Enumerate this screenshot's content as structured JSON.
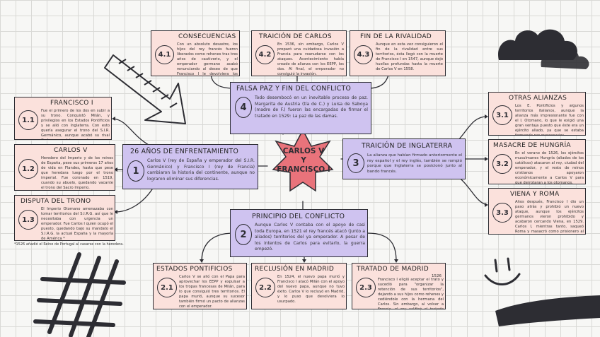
{
  "center": {
    "line1": "CARLOS V",
    "line2": "Y",
    "line3": "FRANCISCO I"
  },
  "boxes": {
    "b41": {
      "num": "4.1",
      "title": "CONSECUENCIAS",
      "text": "Con un absoluto desastre, los hijos del rey francés fueron liberados como rehenes tras tres años de cautiverio, y el emperador germano acabó renunciando al deseo de que Francisco I le devolviera los territorios robados."
    },
    "b42": {
      "num": "4.2",
      "title": "TRAICIÓN DE CARLOS",
      "text": "En 1536, sin embargo, Carlos V preparó una cuidadosa invasión a Francia para reanudarse con los ataques. Acontecimiento había creado de alianza con los EEPP, los dos. Al final, el emperador no consiguió la invasión."
    },
    "b43": {
      "num": "4.3",
      "title": "FIN DE LA RIVALIDAD",
      "text": "Aunque en esta vez consiguieron el fin de la rivalidad entre sus territorios, ésta llegó con la muerte de Francisco I en 1547, aunque dejó huellas profundas hasta la muerte de Carlos V en 1558."
    },
    "b4": {
      "num": "4",
      "title": "FALSA PAZ Y FIN DEL CONFLICTO",
      "text": "Todo desembocó en un inevitable proceso de paz. Margarita de Austria (tía de C.) y Luisa de Saboya (madre de F.) fueron las encargadas de firmar el tratado en 1529: La paz de las damas."
    },
    "b11": {
      "num": "1.1",
      "title": "FRANCISCO I",
      "text": "Fue el primero de los dos en subir a su trono. Conquistó Milán, y privilegios en los Estados Pontificios y se alió con Inglaterra. Con esto quería asegurar el trono del S.I.R. Germánico, aunque acabó su rival Carlos, vaya del emperador."
    },
    "b12": {
      "num": "1.2",
      "title": "CARLOS V",
      "text": "Heredero del Imperio y de los reinos de España, pese sus primeros 17 años de vida en Flandes, hasta que pese que heredara luego por el trono imperial. Fue coronado en 1519, cuando su abuelo, quedando vacante el trono del Sacro Imperio."
    },
    "b13": {
      "num": "1.3",
      "title": "DISPUTA DEL TRONO",
      "text": "El Imperio Otomano amenazaba con tomar territorios del S.I.R.G. así que le necesitaba con urgencia un emperador. Fue Carlos I quien ocupó el puesto, quedando bajo su mandato el S.I.R.G. la actual España y la mayoría de América *"
    },
    "b1": {
      "num": "1",
      "title": "26 AÑOS DE ENFRENTAMIENTO",
      "text": "Carlos V (rey de España y emperador del S.I.R. Germánico) y Francisco I (rey de Francia) cambiaron la historia del continente, aunque no lograron eliminar sus diferencias."
    },
    "b3": {
      "num": "3",
      "title": "TRAICIÓN DE INGLATERRA",
      "text": "La alianza que habían firmado anteriormente el rey español y el rey inglés, también se rompió porque que Inglaterra se posicionó junto al bando francés."
    },
    "b31": {
      "num": "3.1",
      "title": "OTRAS ALIANZAS",
      "text": "Los E. Pontificios y algunos territorios italianos, aunque la alianza más impresionante fue con el I. Otomano, lo que le exigió una gran ventaja puesto que éste era un ejército aliado, ya que se estaba formando por mercenarios."
    },
    "b32": {
      "num": "3.2",
      "title": "MASACRE DE HUNGRÍA",
      "text": "En el verano de 1526, los ejércitos musulmanes Hungría (aliados de los católicos) atacaron al rey, ciudad del emperador, y el resto de reinos cristianos apoyaron económicamente a Carlos V para que derrotaran a los otomanos."
    },
    "b33": {
      "num": "3.3",
      "title": "VIENA Y ROMA",
      "text": "Años después, Francisco I dio un paso atrás y prohibió un nuevo ataque, aunque los ejércitos germanos vieron prohibido y acabaron cercando Viena, en 1529. Carlos I, mientras tanto, saqueó Roma y masacró como prisionero al Papa."
    },
    "b2": {
      "num": "2",
      "title": "PRINCIPIO DEL CONFLICTO",
      "text": "Aunque Carlos V contaba con el apoyo de casi toda Europa, en 1521 el rey francés atacó (junto a aliados) territorios del ya emperador. A pesar de los intentos de Carlos para evitarlo, la guerra empezó."
    },
    "b21": {
      "num": "2.1",
      "title": "ESTADOS PONTIFICIOS",
      "text": "Carlos V se alió con el Papa para aprovechar los EEPP y expulsar a los tropas francesas de Milán, para lo que consiguió tres territorios. El papa murió, aunque su sucesor también firmó un pacto de alianzas con el emperador."
    },
    "b22": {
      "num": "2.2",
      "title": "RECLUSIÓN EN MADRID",
      "text": "En 1524, el nuevo papa murió y Francisco I atacó Milán con el apoyo del nuevo papa, aunque no tuvo éxito. Carlos V lo recluyó en Madrid, y lo puso que devolviera lo usurpado."
    },
    "b23": {
      "num": "2.3",
      "title": "TRATADO DE MADRID",
      "year": "1526",
      "text": "Francisco I eligió aceptar el trato y sucedió para \"organizar la retención de sus territorios\", dejando a sus hijos como rehenes y cediéndole con la hermana del Carlos. Sin embargo, al volver a Francia, el rey calificó el tratado como nulo."
    }
  },
  "footnote": "*1526 añadió el Reino de Portugal al casarse con la heredera.",
  "colors": {
    "pink": "#fbe1dc",
    "lavender": "#cfc3f0",
    "star": "#e9737b",
    "ink": "#2d2d33"
  }
}
